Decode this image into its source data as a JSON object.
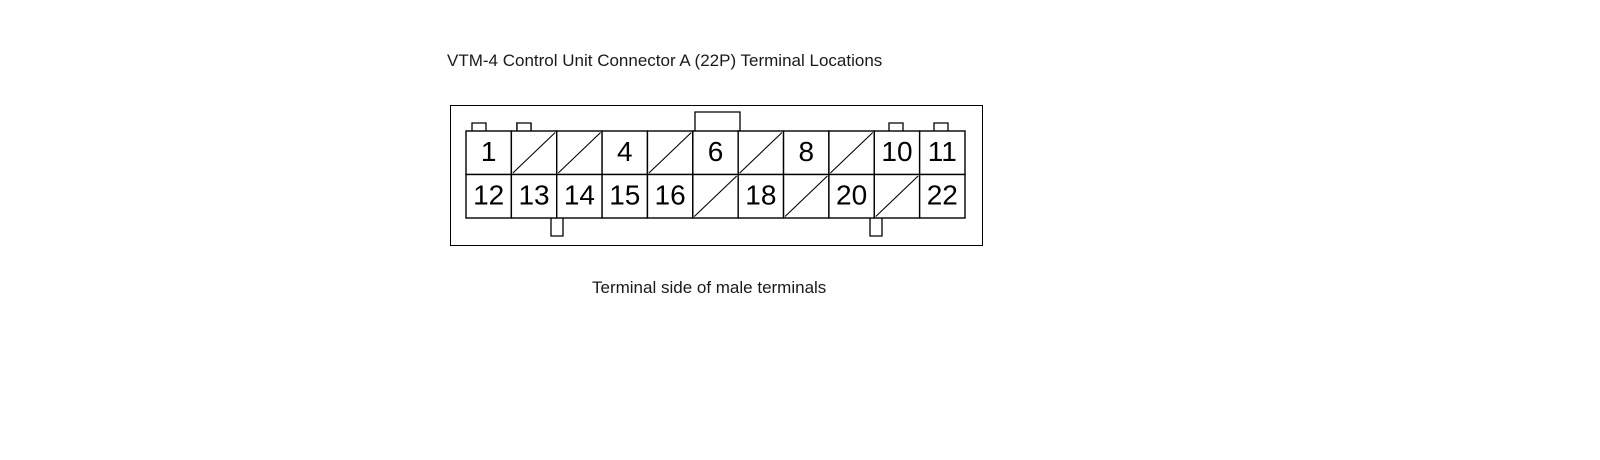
{
  "diagram": {
    "title": "VTM-4 Control Unit Connector A (22P) Terminal Locations",
    "caption": "Terminal side of male terminals",
    "connector_name": "Connector A",
    "pin_count": "22P",
    "view": "Terminal side of male terminals",
    "colors": {
      "line": "#000000",
      "background": "#ffffff",
      "text": "#1a1a1a"
    },
    "grid": {
      "columns": 11,
      "rows": 2,
      "top_row": [
        {
          "label": "1",
          "blank": false
        },
        {
          "label": "",
          "blank": true
        },
        {
          "label": "",
          "blank": true
        },
        {
          "label": "4",
          "blank": false
        },
        {
          "label": "",
          "blank": true
        },
        {
          "label": "6",
          "blank": false
        },
        {
          "label": "",
          "blank": true
        },
        {
          "label": "8",
          "blank": false
        },
        {
          "label": "",
          "blank": true
        },
        {
          "label": "10",
          "blank": false
        },
        {
          "label": "11",
          "blank": false
        }
      ],
      "bottom_row": [
        {
          "label": "12",
          "blank": false
        },
        {
          "label": "13",
          "blank": false
        },
        {
          "label": "14",
          "blank": false
        },
        {
          "label": "15",
          "blank": false
        },
        {
          "label": "16",
          "blank": false
        },
        {
          "label": "",
          "blank": true
        },
        {
          "label": "18",
          "blank": false
        },
        {
          "label": "",
          "blank": true
        },
        {
          "label": "20",
          "blank": false
        },
        {
          "label": "",
          "blank": true
        },
        {
          "label": "22",
          "blank": false
        }
      ]
    }
  }
}
